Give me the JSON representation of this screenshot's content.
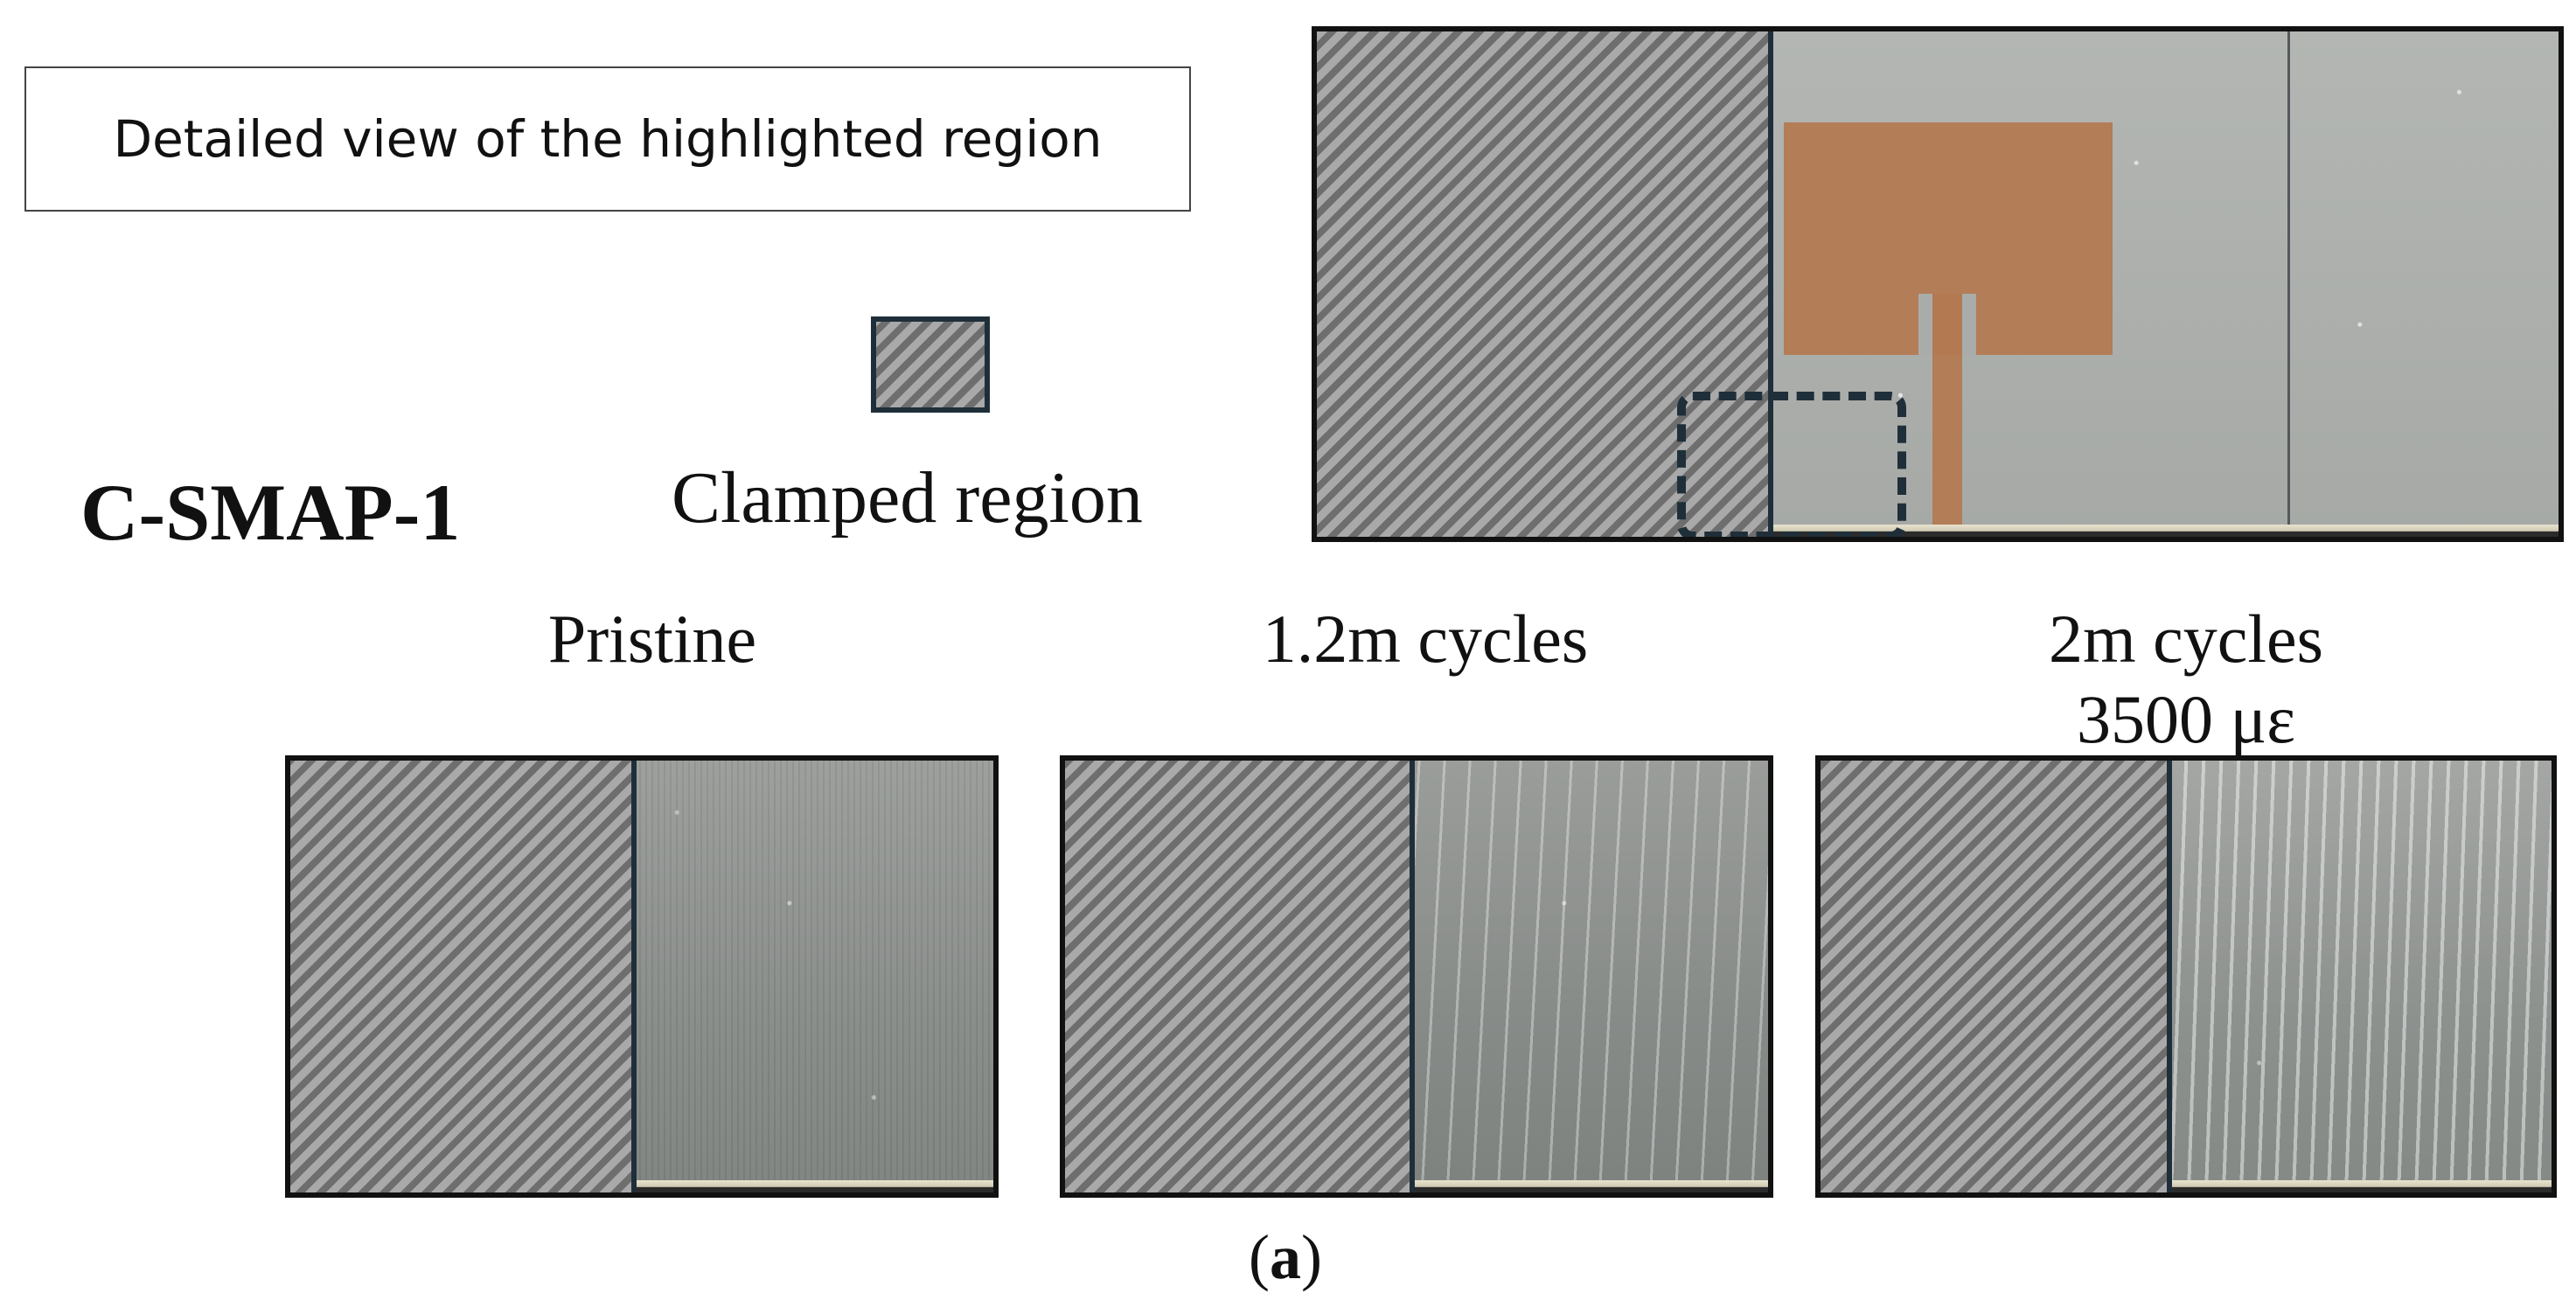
{
  "figure": {
    "detail_caption": "Detailed view of the highlighted region",
    "specimen_label": "C-SMAP-1",
    "legend_label": "Clamped region",
    "panels": [
      {
        "title_line1": "Pristine",
        "title_line2": ""
      },
      {
        "title_line1": "1.2m cycles",
        "title_line2": ""
      },
      {
        "title_line1": "2m cycles",
        "title_line2": "3500 με"
      }
    ],
    "subfigure_label_open": "(",
    "subfigure_label_letter": "a",
    "subfigure_label_close": ")"
  },
  "colors": {
    "outline": "#1f2f3a",
    "hatch_light": "#a9a9a9",
    "hatch_dark": "#6e6e6e",
    "patch_copper": "#b37a52"
  }
}
